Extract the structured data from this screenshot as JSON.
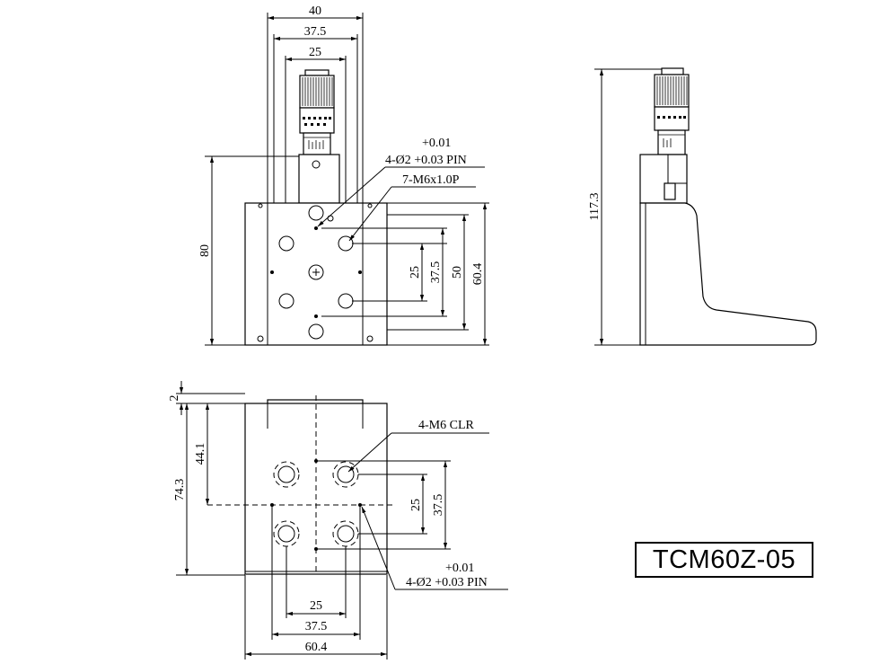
{
  "model": "TCM60Z-05",
  "front_view": {
    "top_dims": [
      "40",
      "37.5",
      "25"
    ],
    "pin_tol": "+0.01",
    "pin_label": "4-Ø2 +0.03 PIN",
    "thread_label": "7-M6x1.0P",
    "height_dim": "80",
    "right_dims": [
      "25",
      "37.5",
      "50",
      "60.4"
    ]
  },
  "side_view": {
    "height_dim": "117.3"
  },
  "top_view": {
    "offset_dim": "2",
    "dim_44": "44.1",
    "dim_74": "74.3",
    "clr_label": "4-M6 CLR",
    "right_dims": [
      "25",
      "37.5"
    ],
    "pin_tol": "+0.01",
    "pin_label": "4-Ø2 +0.03 PIN",
    "bottom_dims": [
      "25",
      "37.5",
      "60.4"
    ]
  }
}
